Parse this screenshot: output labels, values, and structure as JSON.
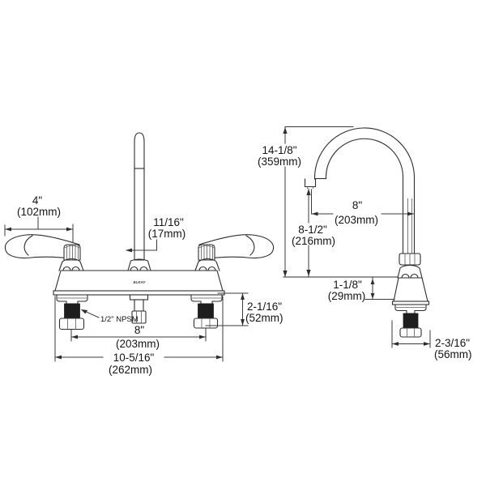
{
  "logo": "ELKAY",
  "front_view": {
    "handle_length_in": "4\"",
    "handle_length_mm": "(102mm)",
    "spout_diameter_in": "11/16\"",
    "spout_diameter_mm": "(17mm)",
    "shank_thread": "1/2\" NPSM",
    "faucet_centers_in": "8\"",
    "faucet_centers_mm": "(203mm)",
    "overall_width_in": "10-5/16\"",
    "overall_width_mm": "(262mm)",
    "below_deck_in": "2-1/16\"",
    "below_deck_mm": "(52mm)"
  },
  "side_view": {
    "overall_height_in": "14-1/8\"",
    "overall_height_mm": "(359mm)",
    "spout_reach_in": "8\"",
    "spout_reach_mm": "(203mm)",
    "outlet_height_in": "8-1/2\"",
    "outlet_height_mm": "(216mm)",
    "deck_thickness_in": "1-1/8\"",
    "deck_thickness_mm": "(29mm)",
    "body_depth_in": "2-3/16\"",
    "body_depth_mm": "(56mm)"
  }
}
